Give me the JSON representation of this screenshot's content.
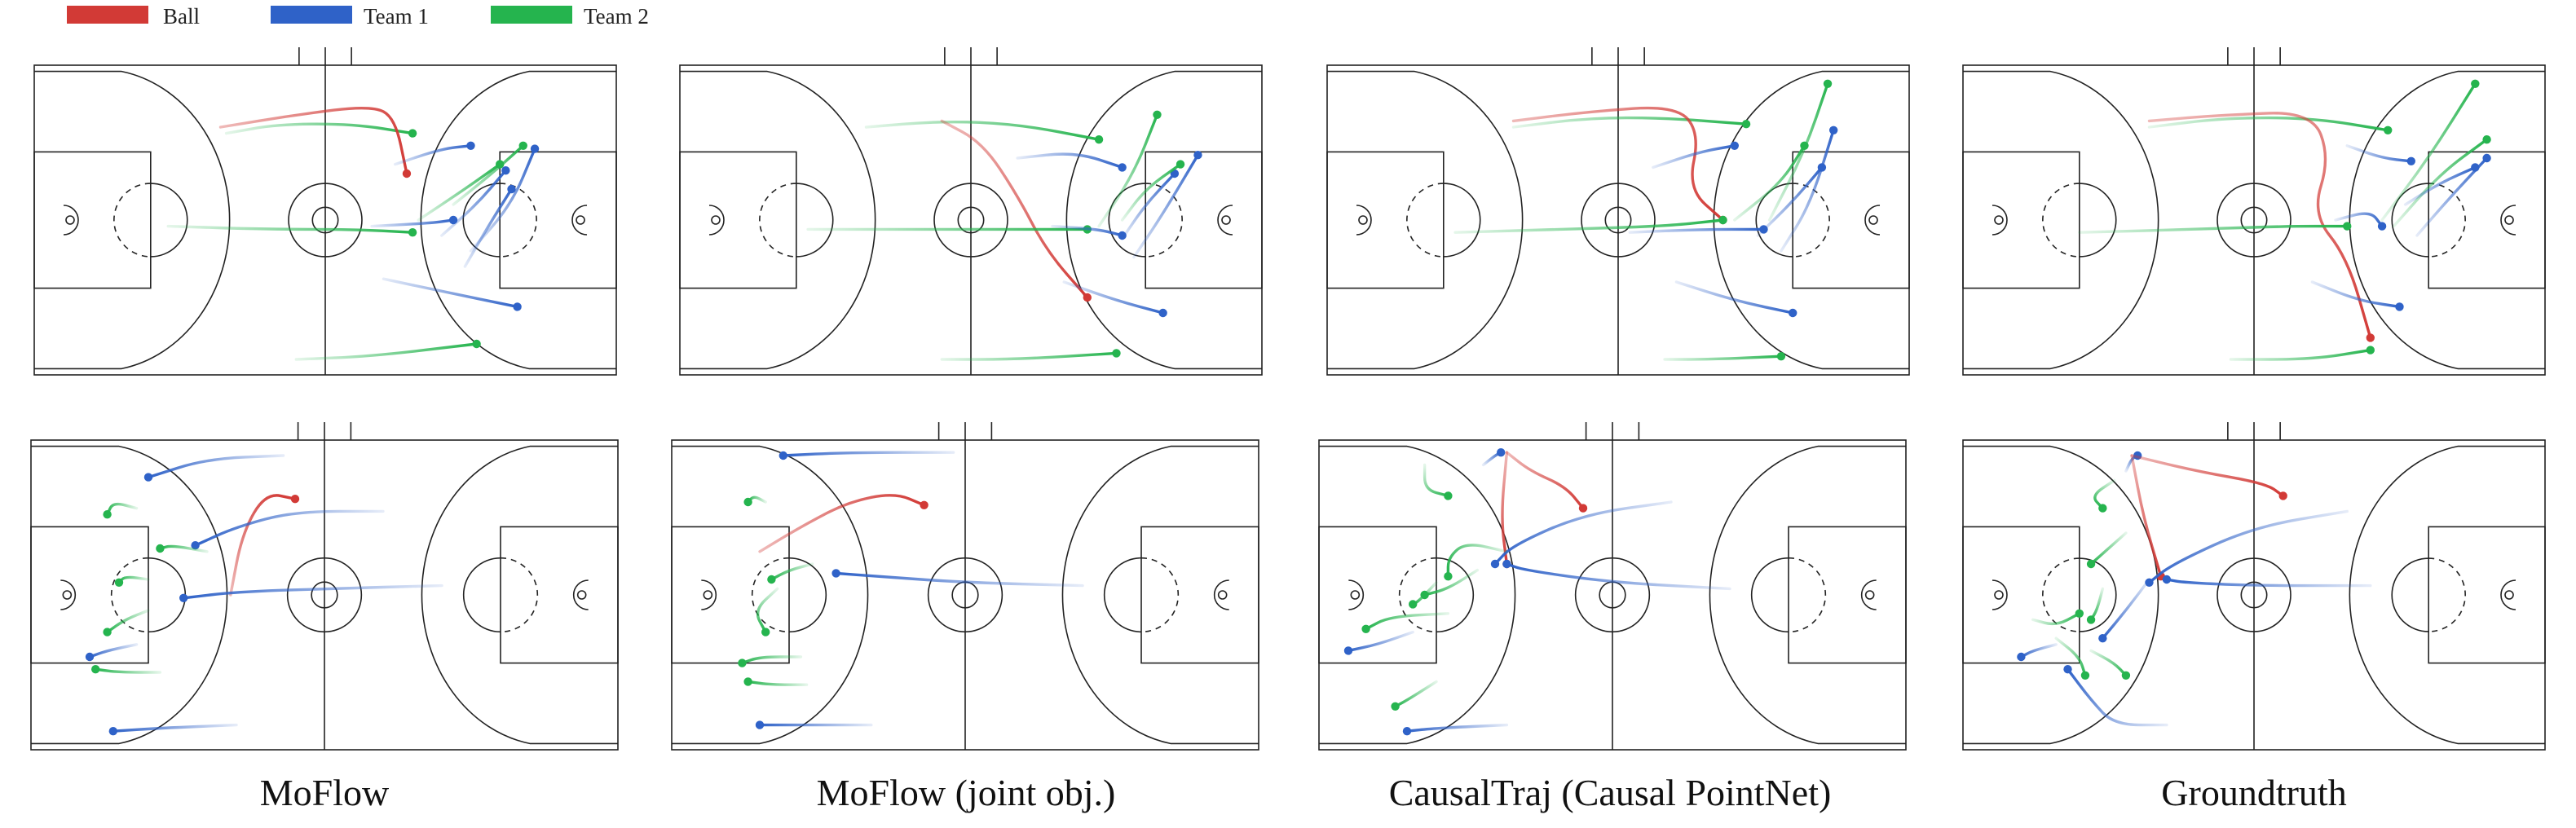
{
  "legend": [
    {
      "label": "Ball",
      "color": "#d23a36"
    },
    {
      "label": "Team 1",
      "color": "#2f62c8"
    },
    {
      "label": "Team 2",
      "color": "#25b44e"
    }
  ],
  "columns": [
    {
      "title": "MoFlow"
    },
    {
      "title": "MoFlow (joint obj.)"
    },
    {
      "title": "CausalTraj (Causal PointNet)"
    },
    {
      "title": "Groundtruth"
    }
  ],
  "colors": {
    "ball": "#d23a36",
    "team1": "#2f62c8",
    "team2": "#25b44e",
    "court_line": "#222222"
  }
}
